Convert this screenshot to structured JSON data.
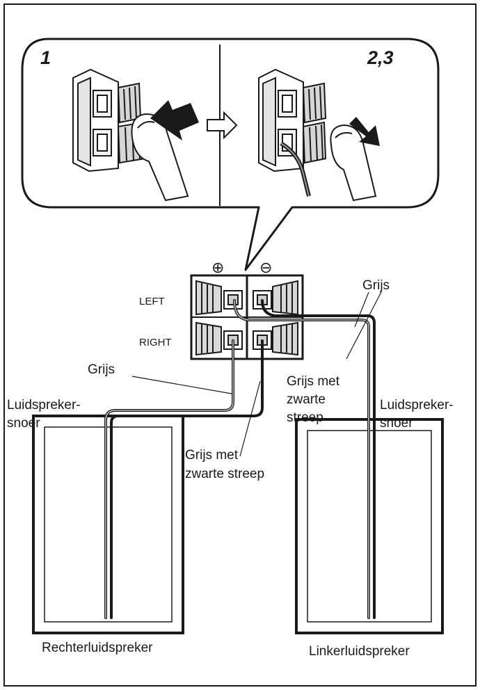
{
  "steps": {
    "step1": "1",
    "step23": "2,3"
  },
  "terminal": {
    "plus_sign": "⊕",
    "minus_sign": "⊖",
    "left": "LEFT",
    "right": "RIGHT"
  },
  "labels": {
    "grijs_left": "Grijs",
    "grijs_right": "Grijs",
    "speaker_cord_left": [
      "Luidspreker-",
      "snoer"
    ],
    "speaker_cord_right": [
      "Luidspreker-",
      "snoer"
    ],
    "grey_black_mid": [
      "Grijs met",
      "zwarte streep"
    ],
    "grey_black_right": [
      "Grijs met",
      "zwarte",
      "streep"
    ],
    "right_speaker": "Rechterluidspreker",
    "left_speaker": "Linkerluidspreker"
  },
  "colors": {
    "line": "#1a1a1a",
    "background": "#ffffff",
    "wire_grey": "#bdbdbd"
  }
}
